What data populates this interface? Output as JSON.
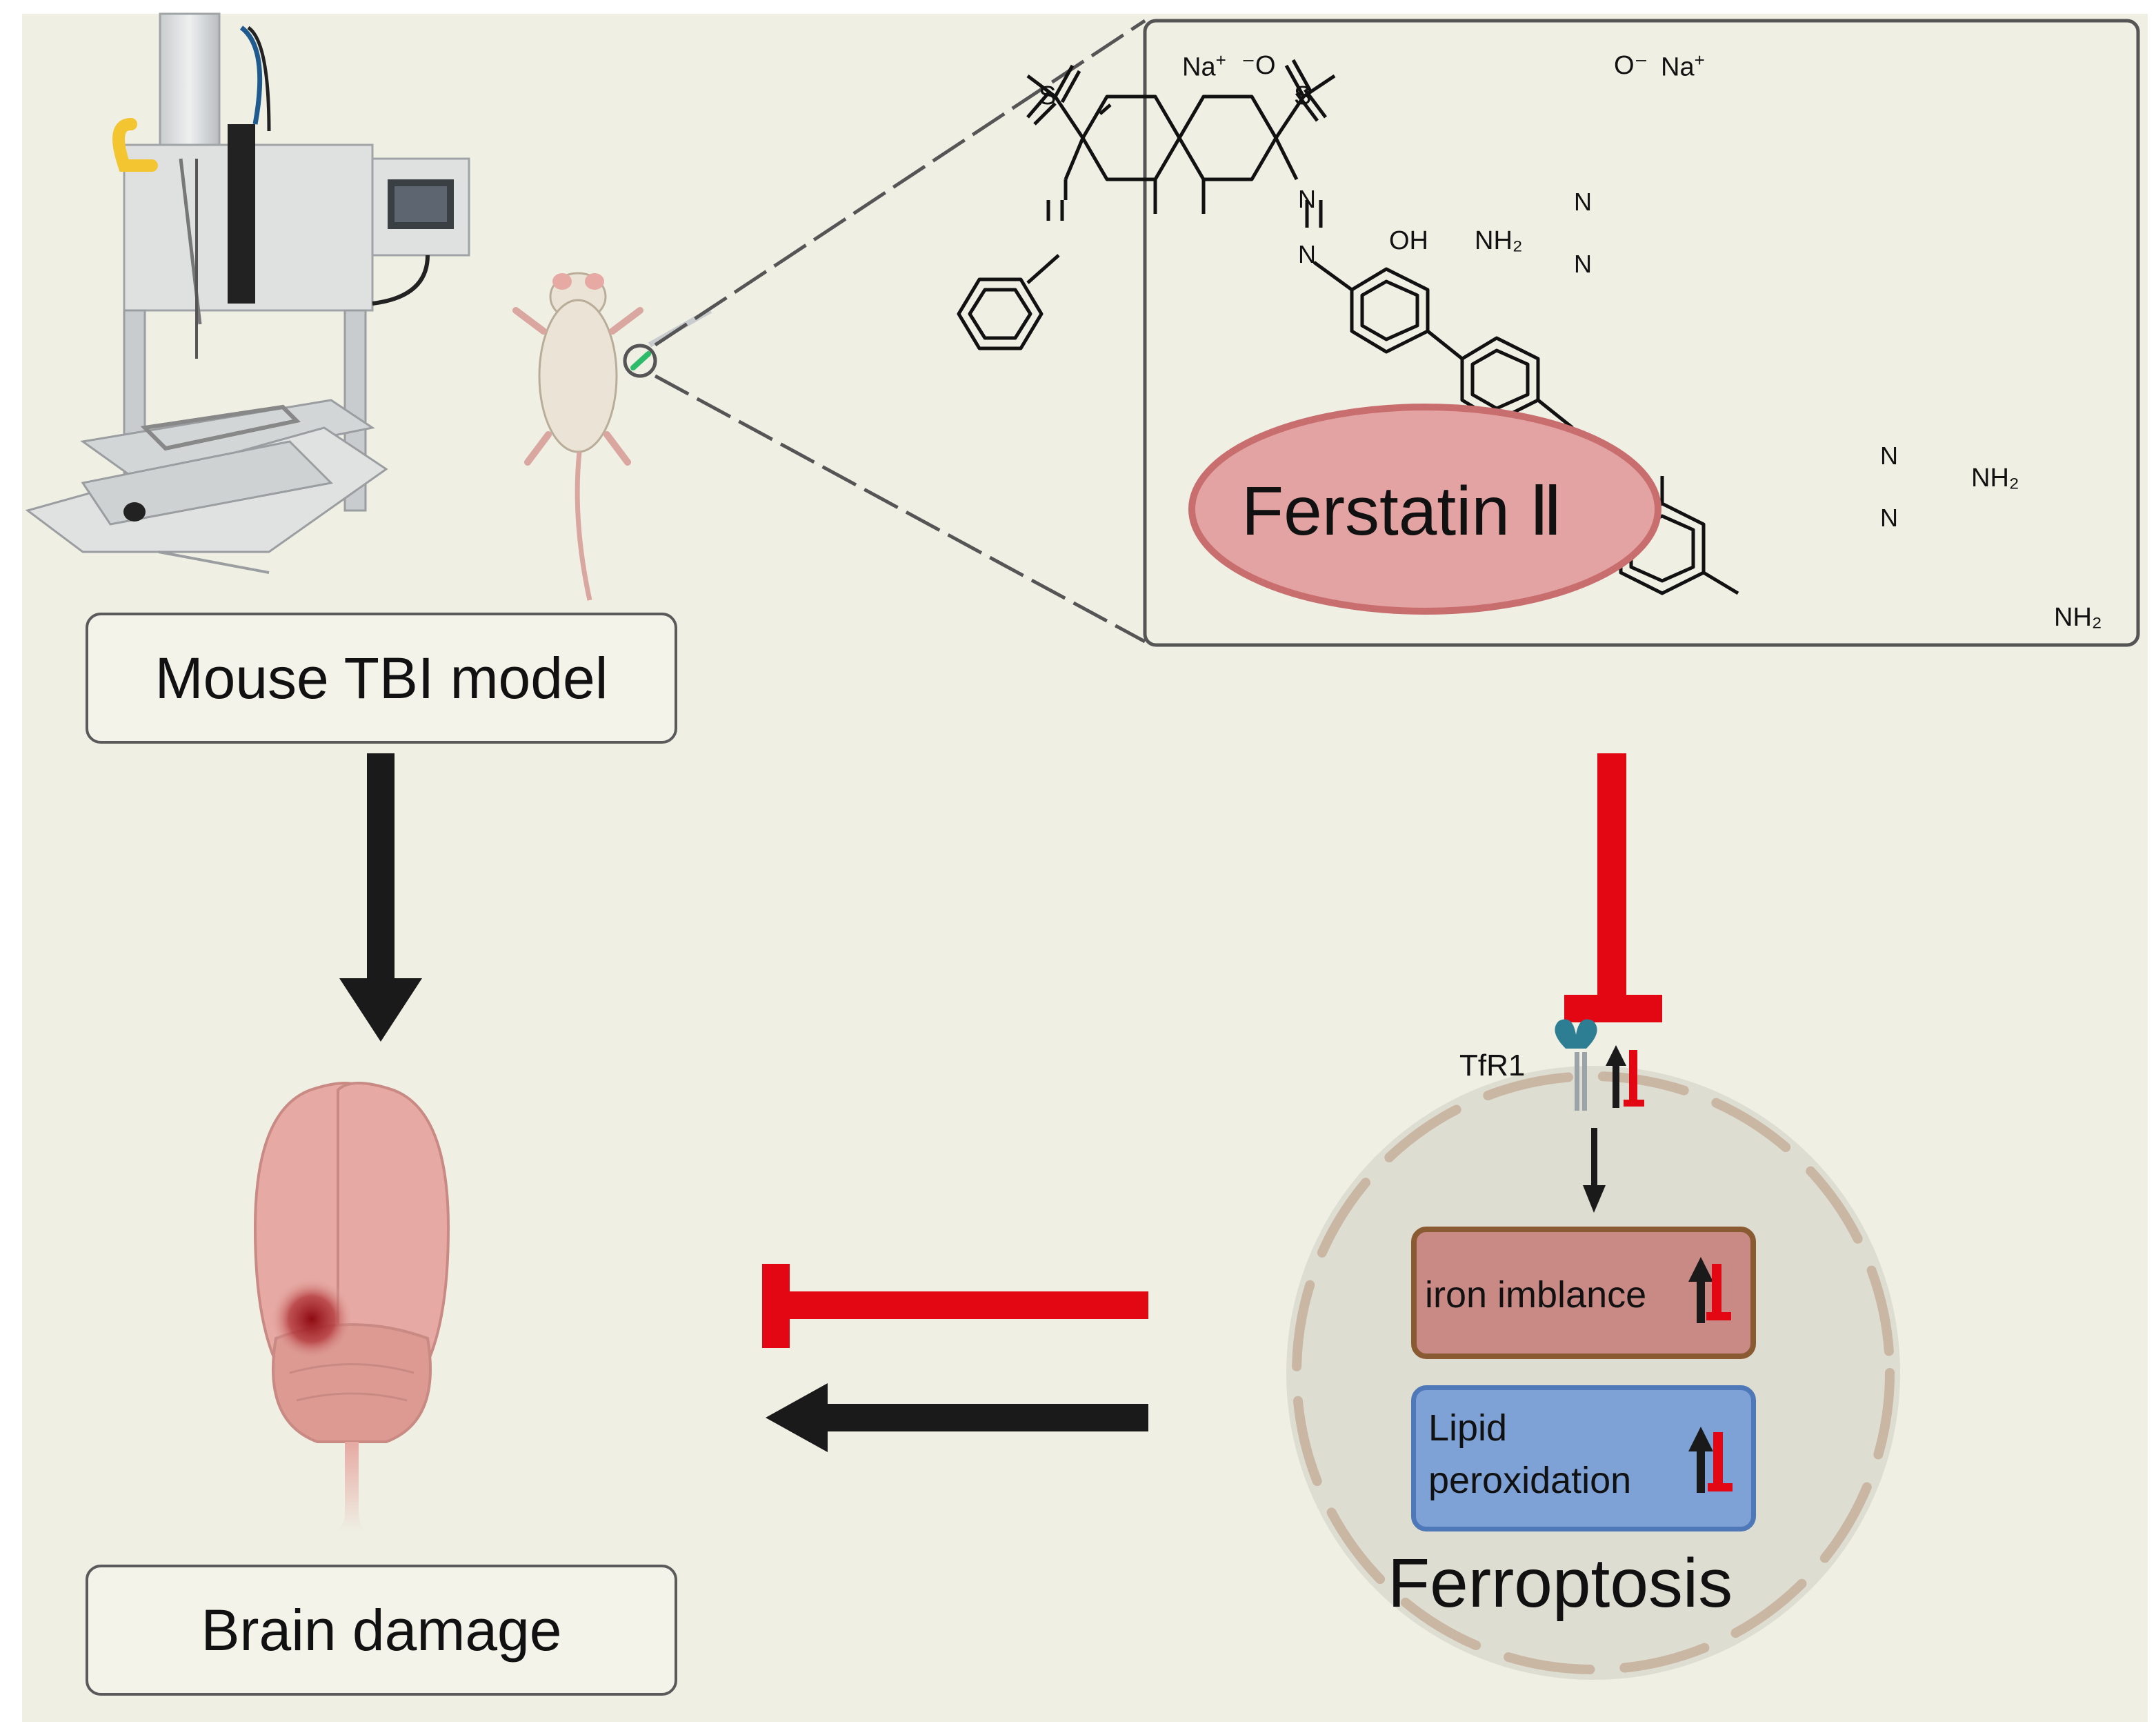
{
  "labels": {
    "mouse_model": "Mouse TBI model",
    "brain_damage": "Brain damage",
    "drug": "Ferstatin Ⅱ",
    "ferroptosis": "Ferroptosis",
    "tfr1": "TfR1",
    "iron": "iron imblance",
    "lipid_line1": "Lipid",
    "lipid_line2": "peroxidation"
  },
  "molecule": {
    "na1": "Na",
    "plus1": "+",
    "o_left": "⁻O",
    "s_left": "S",
    "o_right": "O⁻",
    "na2": "Na",
    "plus2": "+",
    "s_right": "S",
    "oh": "OH",
    "nh2_center": "NH₂",
    "nh2_top_right": "NH₂",
    "nh2_bottom_right": "NH₂",
    "n": "N"
  },
  "colors": {
    "inhibit_red": "#e30613",
    "arrow_black": "#1a1a1a",
    "iron_fill": "#c98a86",
    "iron_border": "#8a5a32",
    "lipid_fill": "#7ea2d6",
    "lipid_border": "#4f78b8",
    "drug_oval_fill": "#e4a3a3",
    "drug_oval_border": "#c96e6e",
    "cell_fill": "#deddd1",
    "brain_fill": "#e6a9a3"
  }
}
